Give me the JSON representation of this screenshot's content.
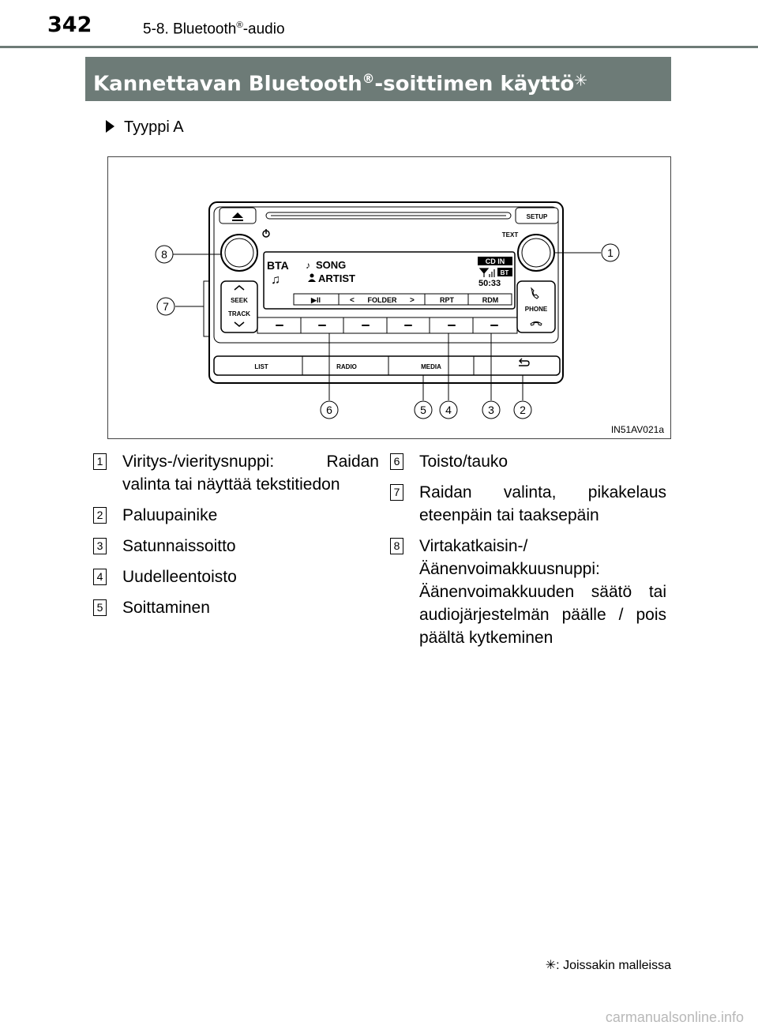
{
  "header": {
    "page_number": "342",
    "running_head_prefix": "5-8. Bluetooth",
    "running_head_reg": "®",
    "running_head_suffix": "-audio"
  },
  "section": {
    "title_prefix": "Kannettavan Bluetooth",
    "title_reg": "®",
    "title_suffix": "-soittimen käyttö",
    "title_star": "✳"
  },
  "type_label": "Tyyppi A",
  "figure": {
    "code": "IN51AV021a",
    "buttons": {
      "setup": "SETUP",
      "text": "TEXT",
      "seek": "SEEK",
      "track": "TRACK",
      "phone": "PHONE",
      "list": "LIST",
      "radio": "RADIO",
      "media": "MEDIA"
    },
    "display": {
      "bta": "BTA",
      "song": "SONG",
      "artist": "ARTIST",
      "cd_in": "CD IN",
      "bt": "BT",
      "time": "50:33",
      "softkeys": [
        "▶II",
        "FOLDER",
        "RPT",
        "RDM"
      ]
    },
    "callouts": [
      "1",
      "2",
      "3",
      "4",
      "5",
      "6",
      "7",
      "8"
    ]
  },
  "items_left": [
    {
      "num": "1",
      "text": "Viritys-/vieritysnuppi: Raidan valinta tai näyttää tekstitiedon"
    },
    {
      "num": "2",
      "text": "Paluupainike"
    },
    {
      "num": "3",
      "text": "Satunnaissoitto"
    },
    {
      "num": "4",
      "text": "Uudelleentoisto"
    },
    {
      "num": "5",
      "text": "Soittaminen"
    }
  ],
  "items_right": [
    {
      "num": "6",
      "text": "Toisto/tauko"
    },
    {
      "num": "7",
      "text": "Raidan valinta, pikakelaus eteenpäin tai taaksepäin"
    },
    {
      "num": "8",
      "text": "Virtakatkaisin-/Äänenvoimakkuusnuppi: Äänenvoimakkuuden säätö tai audiojärjestelmän päälle / pois päältä kytkeminen"
    }
  ],
  "footnote": {
    "star": "✳",
    "text": ": Joissakin malleissa"
  },
  "watermark": "carmanualsonline.info"
}
